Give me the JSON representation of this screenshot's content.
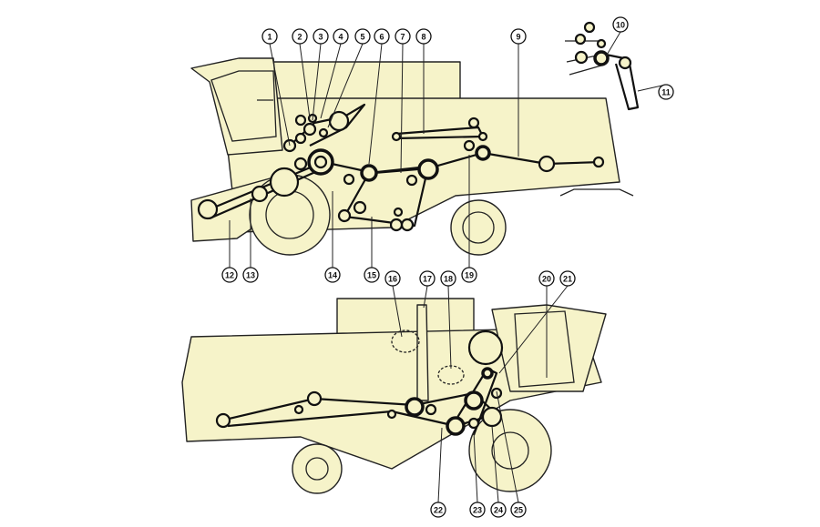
{
  "diagram": {
    "subject": "combine-harvester-belt-drives",
    "fill_color": "#f6f3c9",
    "line_color": "#111111"
  },
  "callouts": [
    "1",
    "2",
    "3",
    "4",
    "5",
    "6",
    "7",
    "8",
    "9",
    "10",
    "11",
    "12",
    "13",
    "14",
    "15",
    "16",
    "17",
    "18",
    "19",
    "20",
    "21",
    "22",
    "23",
    "24",
    "25"
  ]
}
